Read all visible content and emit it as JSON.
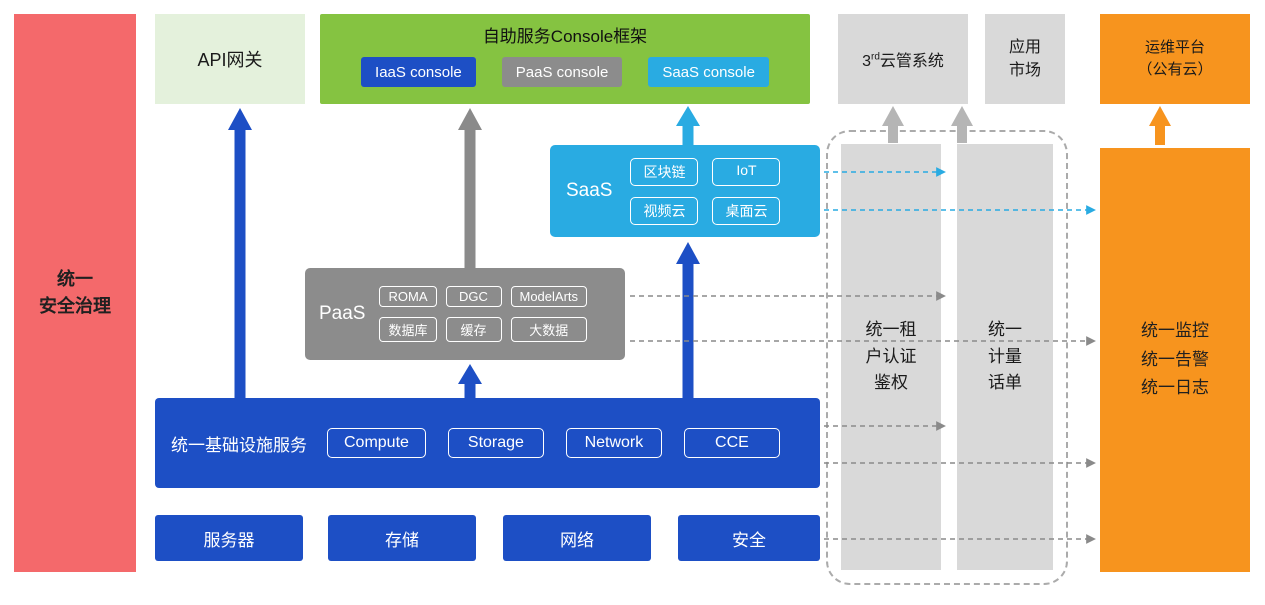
{
  "colors": {
    "blue": "#1D4FC5",
    "gray": "#8C8C8C",
    "light_blue": "#29ABE2",
    "green": "#85C341",
    "light_green": "#E4F1DC",
    "red": "#F4696B",
    "orange": "#F7941E",
    "panel_gray": "#D9D9D9"
  },
  "security_bar": {
    "label": "统一\n安全治理"
  },
  "api_gateway": {
    "label": "API网关"
  },
  "console_framework": {
    "title": "自助服务Console框架",
    "consoles": [
      {
        "label": "IaaS console"
      },
      {
        "label": "PaaS console"
      },
      {
        "label": "SaaS console"
      }
    ]
  },
  "cloud_mgmt": {
    "prefix": "3",
    "sup": "rd",
    "rest": "云管系统"
  },
  "app_market": {
    "label": "应用\n市场"
  },
  "om_platform": {
    "label": "运维平台\n（公有云）"
  },
  "saas": {
    "label": "SaaS",
    "items": [
      "区块链",
      "IoT",
      "视频云",
      "桌面云"
    ]
  },
  "paas": {
    "label": "PaaS",
    "items": [
      "ROMA",
      "DGC",
      "ModelArts",
      "数据库",
      "缓存",
      "大数据"
    ]
  },
  "infra": {
    "label": "统一基础设施服务",
    "items": [
      "Compute",
      "Storage",
      "Network",
      "CCE"
    ]
  },
  "resources": {
    "items": [
      "服务器",
      "存储",
      "网络",
      "安全"
    ]
  },
  "auth_bar": {
    "label": "统一租\n户认证\n鉴权"
  },
  "metering_bar": {
    "label": "统一\n计量\n话单"
  },
  "ops_bar": {
    "label": "统一监控\n统一告警\n统一日志"
  }
}
